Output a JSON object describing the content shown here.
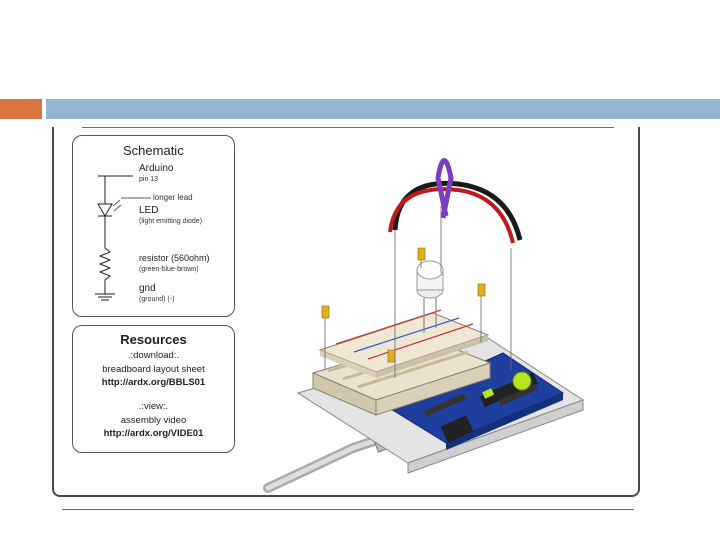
{
  "schematic": {
    "title": "Schematic",
    "arduino_label": "Arduino",
    "arduino_pin": "pin 13",
    "longer_lead": "longer lead",
    "led_label": "LED",
    "led_desc": "(light emitting diode)",
    "resistor_label": "resistor (560ohm)",
    "resistor_desc": "(green-blue-brown)",
    "gnd_label": "gnd",
    "gnd_desc": "(ground) (-)"
  },
  "resources": {
    "title": "Resources",
    "download_heading": ".:download:.",
    "download_desc": "breadboard layout sheet",
    "download_url": "http://ardx.org/BBLS01",
    "view_heading": ".:view:.",
    "view_desc": "assembly video",
    "view_url": "http://ardx.org/VIDE01"
  },
  "colors": {
    "accent_orange": "#d9733f",
    "accent_blue": "#94b6d2",
    "wire_red": "#c0191b",
    "wire_black": "#1a1a1a",
    "wire_purple": "#7a3fc0",
    "arduino_blue": "#1f3f9e"
  }
}
